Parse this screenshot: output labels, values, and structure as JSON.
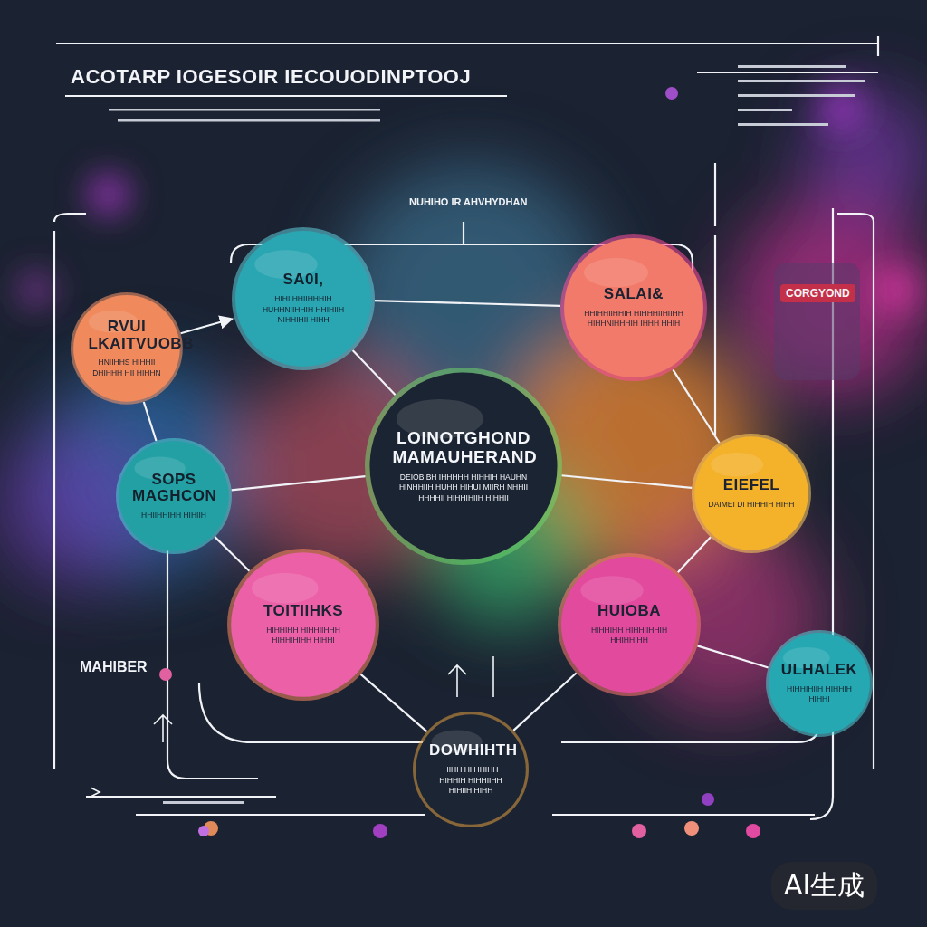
{
  "diagram": {
    "title": "ACOTARP IOGESOIR IECOUODINPTOOJ",
    "nodes": [
      {
        "text": [
          "RVUI LKAITVUOBB",
          "HNIIHHS HIHHII DHIHHH HII HIHHN"
        ]
      },
      {
        "text": [
          "SA0I,",
          "HIHI HHIIHHHIH HUHHNIIHHIH HHIHIIH NIHHIHII HIHH"
        ]
      },
      {
        "text": [
          "SALAI&",
          "HHIHHIIHHIH HIHHHIIHIIHH HIHHNIHHHIH IHHH HHIH"
        ]
      },
      {
        "text": [
          "SOPS MAGHCON",
          "HHIIHHIHH HIHIIH"
        ]
      },
      {
        "text": [
          "LOINOTGHOND MAMAUHERAND",
          "DEIOB BH IHHHHH HIHHIH HAUHN HINHHIIH HUHH HIHUI MIIRH NHHII HHHHII HIHHIHIIH HIHHII"
        ]
      },
      {
        "text": [
          "EIEFEL",
          "DAIMEI DI HIHHIH HIHH"
        ]
      },
      {
        "text": [
          "TOITIIHKS",
          "HIHHIHH HIHHIIHHH HIHHIHIHH HIHHI"
        ]
      },
      {
        "text": [
          "HUIOBA",
          "HIHHIHH HIHHIIHHIH HHIHHIHH"
        ]
      },
      {
        "text": [
          "ULHALEK",
          "HIHHIHIIH HIHHIH HIHHI"
        ]
      },
      {
        "text": [
          "DOWHIHTH",
          "HIHH HIIHHIHH HIHHIH HIHHIIHH HIHIIH HIHH"
        ]
      }
    ],
    "edges": [
      {
        "from": 0,
        "to": 1,
        "arrow": "to"
      },
      {
        "from": 1,
        "to": 2,
        "arrow": "none"
      },
      {
        "from": 0,
        "to": 3,
        "arrow": "none"
      },
      {
        "from": 1,
        "to": 4,
        "arrow": "none"
      },
      {
        "from": 3,
        "to": 4,
        "arrow": "none"
      },
      {
        "from": 4,
        "to": 5,
        "arrow": "none"
      },
      {
        "from": 2,
        "to": 5,
        "arrow": "none"
      },
      {
        "from": 3,
        "to": 6,
        "arrow": "none"
      },
      {
        "from": 5,
        "to": 7,
        "arrow": "none"
      },
      {
        "from": 7,
        "to": 8,
        "arrow": "none"
      },
      {
        "from": 6,
        "to": 9,
        "arrow": "none"
      },
      {
        "from": 7,
        "to": 9,
        "arrow": "none"
      }
    ],
    "labels": [
      "NUHIHO IR AHVHYDHAN",
      "MAHIBER",
      "CORGYOND",
      "AI生成"
    ]
  }
}
